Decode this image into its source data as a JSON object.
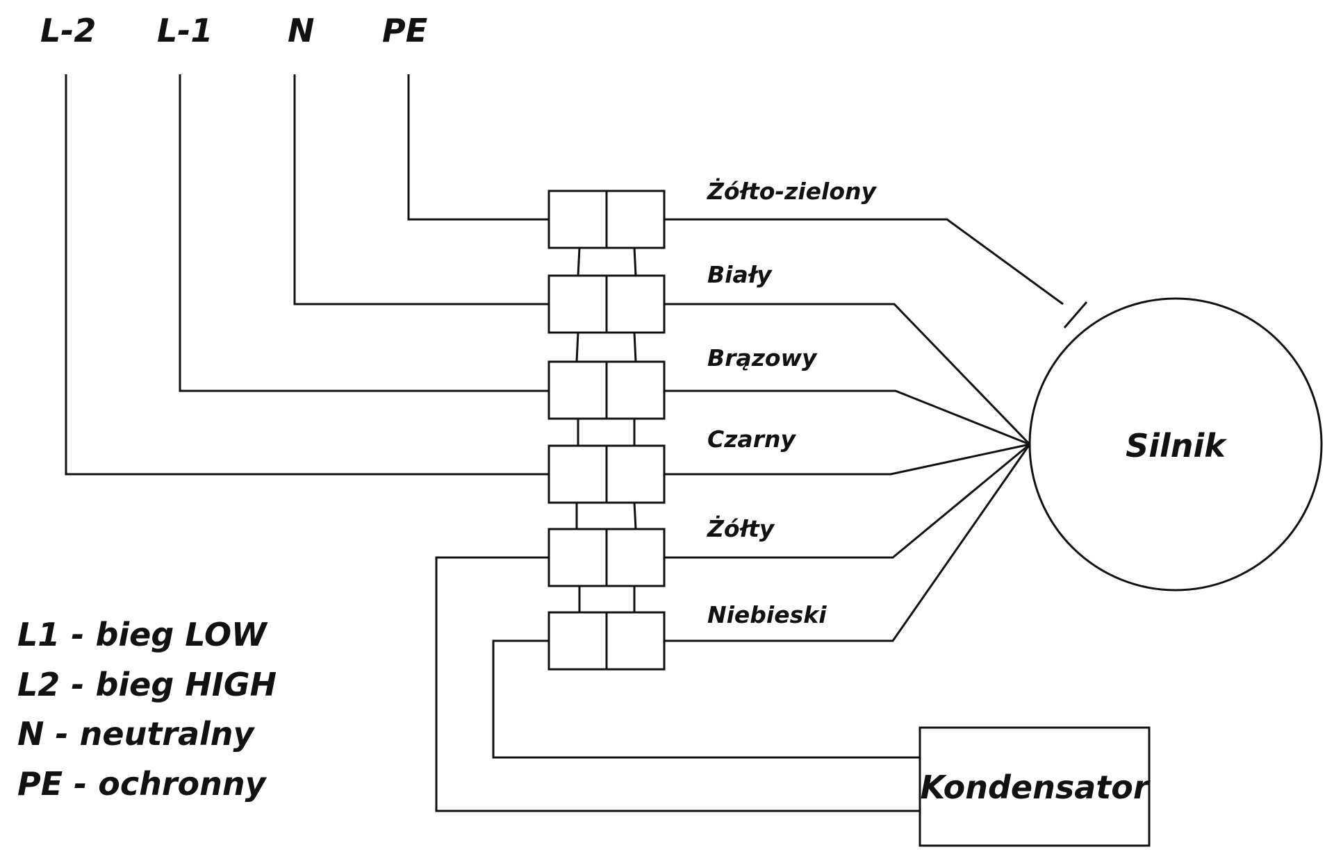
{
  "supply_labels": {
    "l2": "L-2",
    "l1": "L-1",
    "n": "N",
    "pe": "PE"
  },
  "wire_labels": {
    "yellow_green": "Żółto-zielony",
    "white": "Biały",
    "brown": "Brązowy",
    "black": "Czarny",
    "yellow": "Żółty",
    "blue": "Niebieski"
  },
  "motor": {
    "label": "Silnik"
  },
  "capacitor": {
    "label": "Kondensator"
  },
  "legend": [
    "L1 - bieg LOW",
    "L2 - bieg HIGH",
    "N - neutralny",
    "PE - ochronny"
  ],
  "colors": {
    "line": "#111111",
    "background": "#ffffff"
  }
}
